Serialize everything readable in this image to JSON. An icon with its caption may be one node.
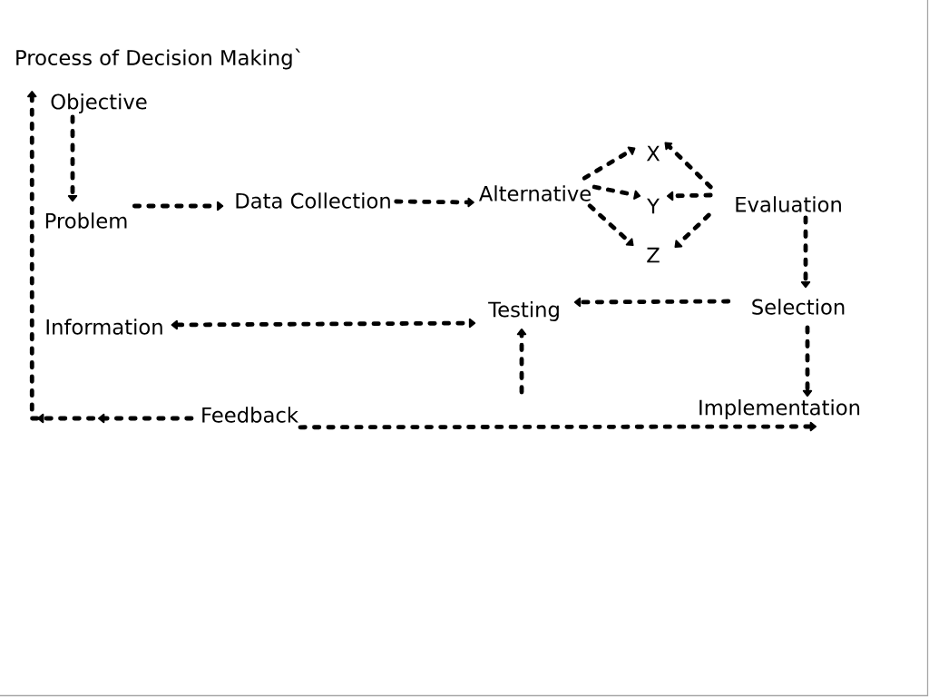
{
  "diagram": {
    "title": "Process of Decision Making`",
    "nodes": [
      {
        "text": [
          "Objective"
        ]
      },
      {
        "text": [
          "Problem"
        ]
      },
      {
        "text": [
          "Data Collection"
        ]
      },
      {
        "text": [
          "Alternative"
        ]
      },
      {
        "text": [
          "X"
        ]
      },
      {
        "text": [
          "Y"
        ]
      },
      {
        "text": [
          "Z"
        ]
      },
      {
        "text": [
          "Evaluation"
        ]
      },
      {
        "text": [
          "Selection"
        ]
      },
      {
        "text": [
          "Testing"
        ]
      },
      {
        "text": [
          "Information"
        ]
      },
      {
        "text": [
          "Implementation"
        ]
      },
      {
        "text": [
          "Feedback"
        ]
      }
    ],
    "edges": [
      {
        "from": 0,
        "to": 1,
        "arrow": "to"
      },
      {
        "from": 1,
        "to": 2,
        "arrow": "to"
      },
      {
        "from": 2,
        "to": 3,
        "arrow": "to"
      },
      {
        "from": 3,
        "to": 4,
        "arrow": "to"
      },
      {
        "from": 3,
        "to": 5,
        "arrow": "to"
      },
      {
        "from": 3,
        "to": 6,
        "arrow": "to"
      },
      {
        "from": 7,
        "to": 4,
        "arrow": "to"
      },
      {
        "from": 7,
        "to": 5,
        "arrow": "to"
      },
      {
        "from": 7,
        "to": 6,
        "arrow": "to"
      },
      {
        "from": 7,
        "to": 8,
        "arrow": "to"
      },
      {
        "from": 8,
        "to": 9,
        "arrow": "to"
      },
      {
        "from": 8,
        "to": 11,
        "arrow": "to"
      },
      {
        "from": 10,
        "to": 9,
        "arrow": "both"
      },
      {
        "from": null,
        "to": 9,
        "arrow": "to"
      },
      {
        "from": 12,
        "to": 11,
        "arrow": "to"
      },
      {
        "from": 12,
        "to": 0,
        "arrow": "to"
      }
    ]
  }
}
